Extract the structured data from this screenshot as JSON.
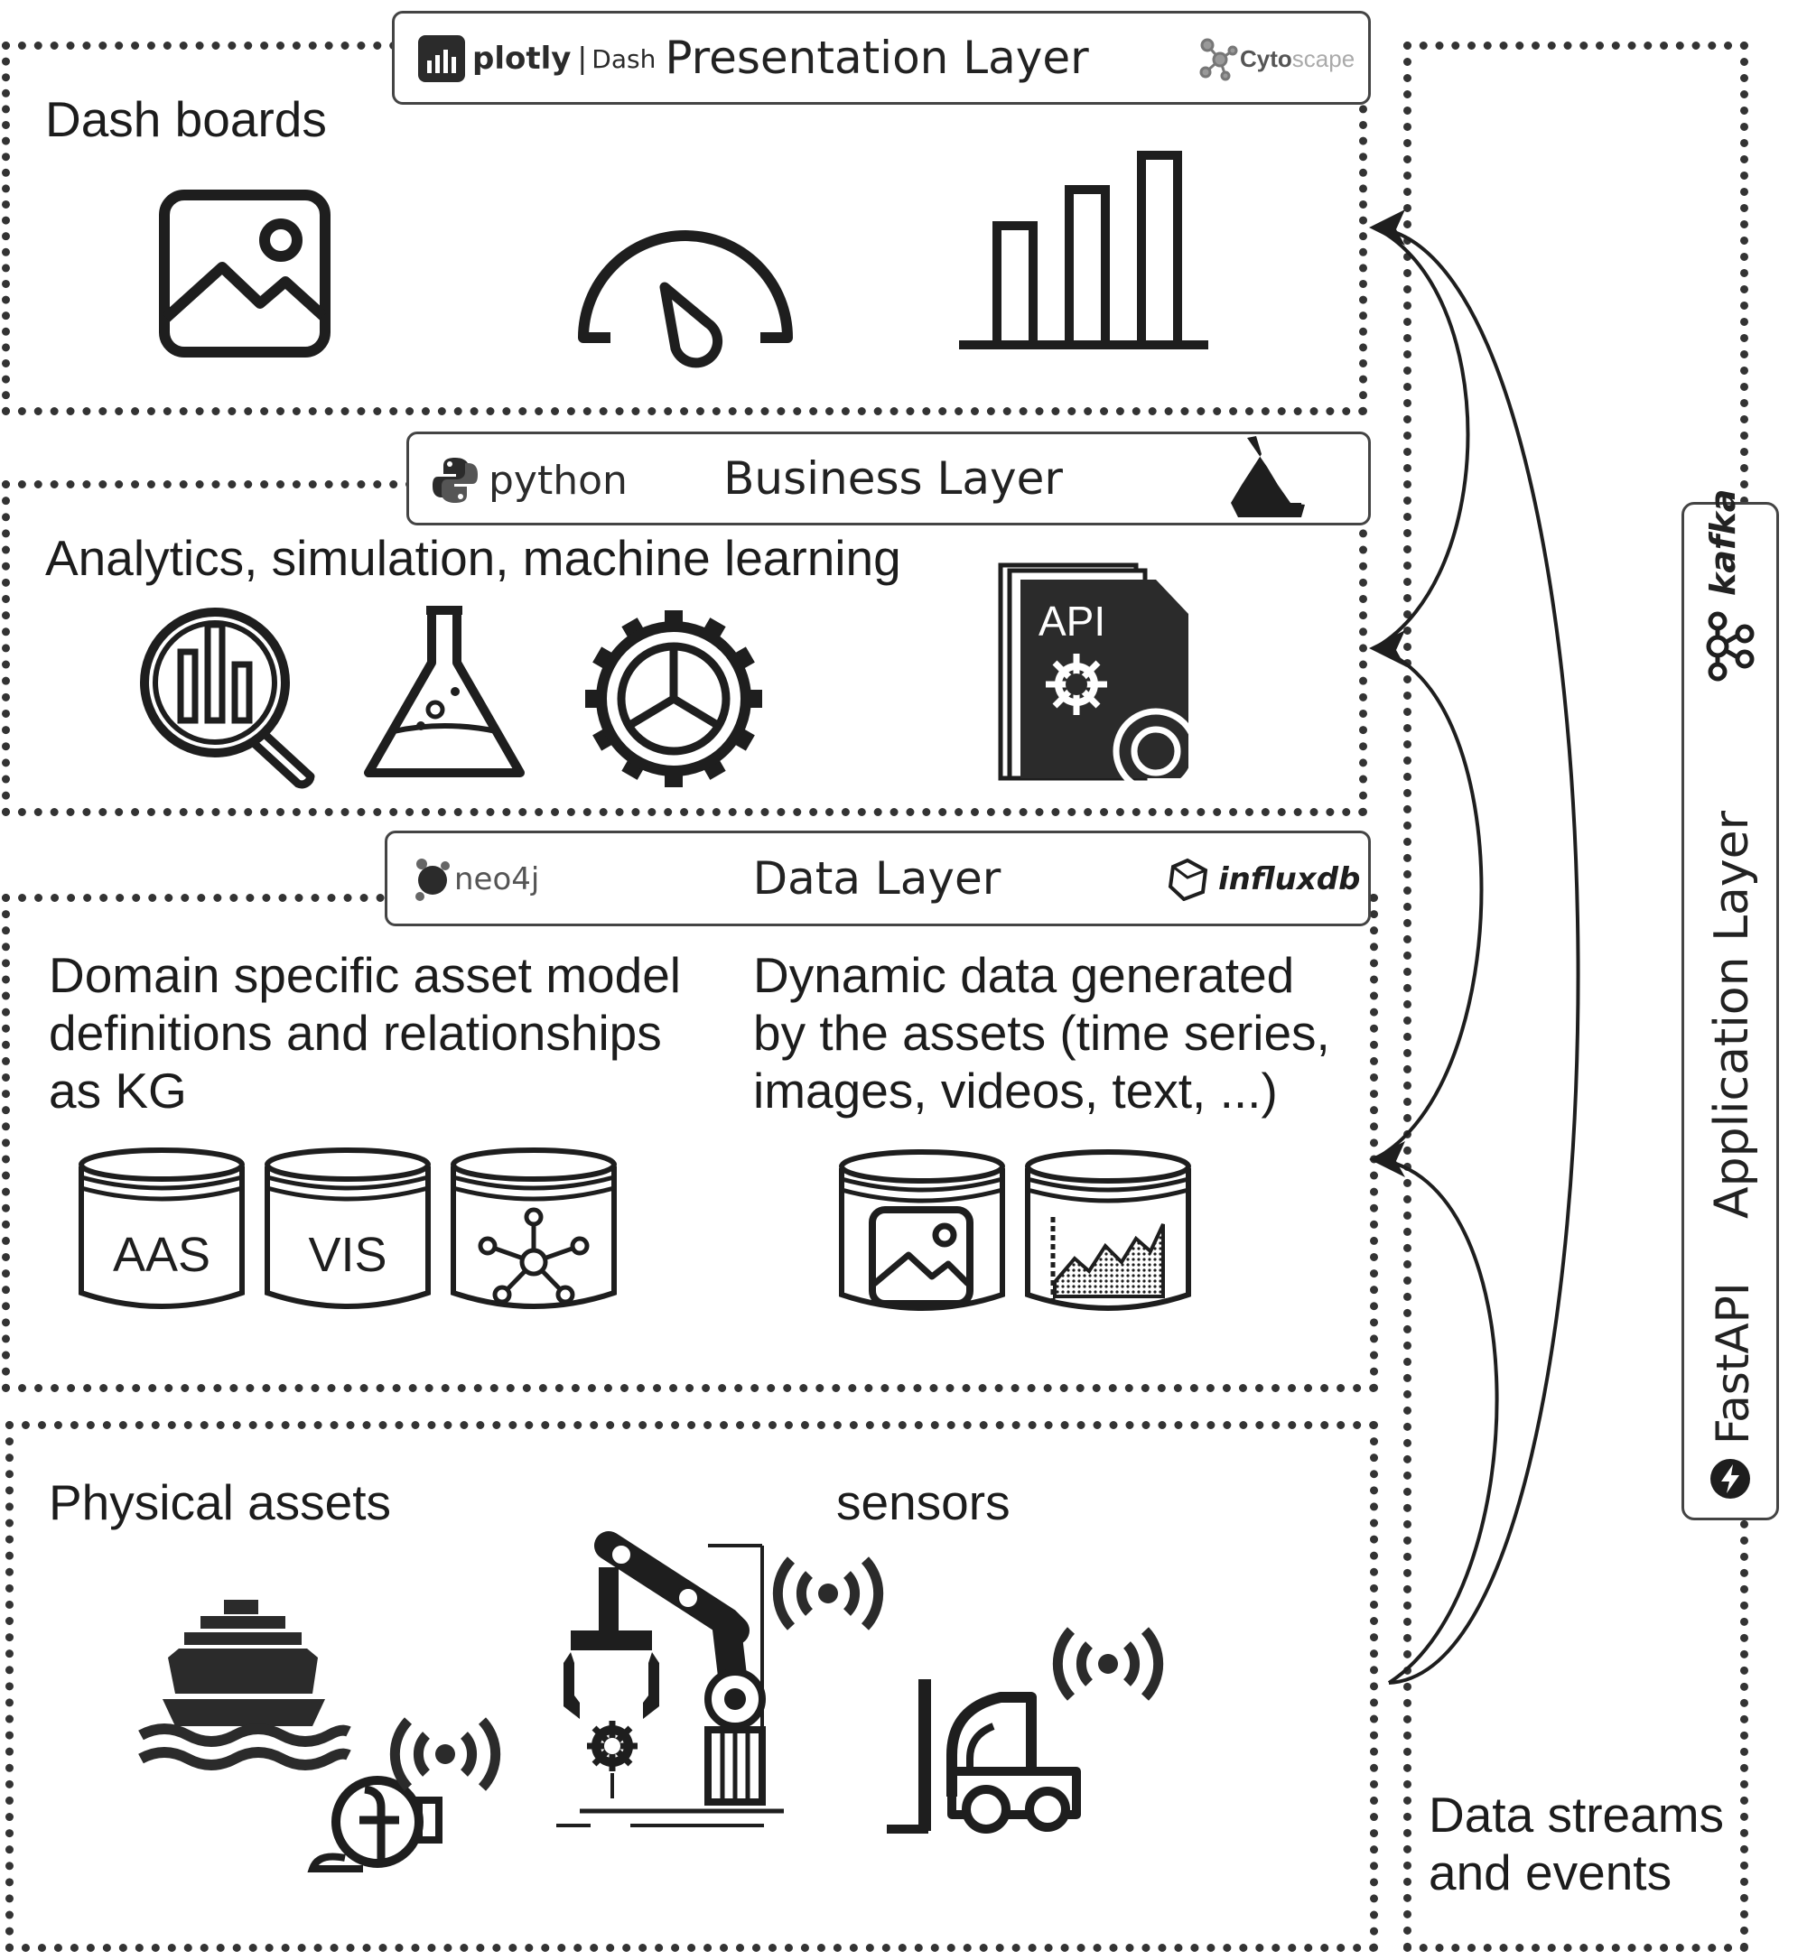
{
  "presentation_layer": {
    "title": "Presentation Layer",
    "logo_left_brand": "plotly",
    "logo_left_product": "Dash",
    "logo_right_a": "Cyto",
    "logo_right_b": "scape",
    "caption": "Dash boards",
    "icons": [
      "image-icon",
      "gauge-icon",
      "bar-chart-icon"
    ]
  },
  "business_layer": {
    "title": "Business Layer",
    "logo_left": "python",
    "caption": "Analytics, simulation, machine learning",
    "icons": [
      "analytics-search-icon",
      "flask-icon",
      "gear-chart-icon",
      "api-document-icon"
    ],
    "api_label": "API"
  },
  "data_layer": {
    "title": "Data Layer",
    "logo_left": "neo4j",
    "logo_right": "influxdb",
    "left_caption_lines": [
      "Domain specific asset model",
      "definitions and relationships",
      "as KG"
    ],
    "right_caption_lines": [
      "Dynamic data generated",
      "by the assets (time series,",
      "images, videos, text, ...)"
    ],
    "databases_left": [
      "AAS",
      "VIS",
      ""
    ],
    "databases_right": [
      "image-db-icon",
      "timeseries-db-icon"
    ]
  },
  "physical_layer": {
    "caption": "Physical assets",
    "sensors_caption": "sensors",
    "icons": [
      "ship-icon",
      "pump-icon",
      "robot-arm-icon",
      "forklift-icon",
      "signal-icon"
    ]
  },
  "application_layer": {
    "title": "Application Layer",
    "logo_top": "kafka",
    "logo_bottom": "FastAPI"
  },
  "data_streams": {
    "caption_lines": [
      "Data streams",
      "and events"
    ]
  },
  "colors": {
    "stroke": "#1e1e1e",
    "dotted_border": "#333333",
    "fill_dark": "#2b2b2b"
  }
}
